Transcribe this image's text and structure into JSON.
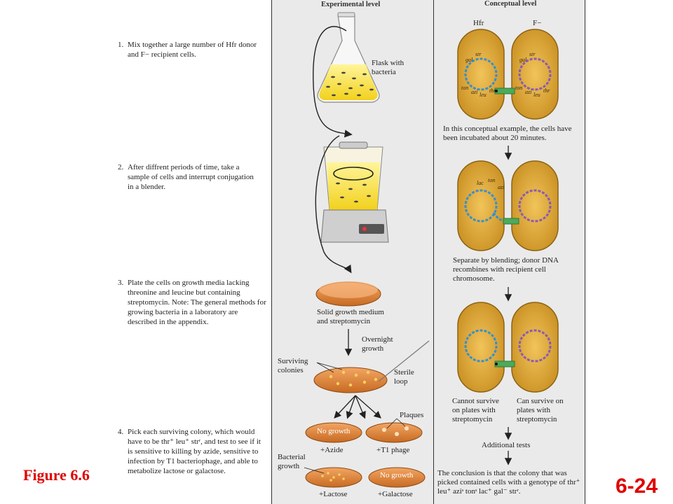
{
  "headers": {
    "experimental": "Experimental level",
    "conceptual": "Conceptual level"
  },
  "steps": [
    {
      "num": "1.",
      "text": "Mix together a large number of Hfr donor and F− recipient cells."
    },
    {
      "num": "2.",
      "text": "After diffrent periods of time, take a sample of cells and interrupt conjugation in a blender."
    },
    {
      "num": "3.",
      "text": "Plate the cells on growth media lacking threonine and leucine but containing streptomycin. Note: The general methods for growing bacteria in a laboratory are described in the appendix."
    },
    {
      "num": "4.",
      "text": "Pick each surviving colony, which would have to be thr⁺ leu⁺ strʳ, and test to see if it is sensitive to killing by azide, sensitive to infection by T1 bacteriophage, and able to metabolize lactose or galactose."
    }
  ],
  "experimental": {
    "flask_label": "Flask with bacteria",
    "medium_label": "Solid growth medium and streptomycin",
    "overnight_label": "Overnight growth",
    "surviving_label": "Surviving colonies",
    "sterile_label": "Sterile loop",
    "plaques_label": "Plaques",
    "bacterial_growth_label": "Bacterial growth",
    "plates": [
      {
        "inner": "No growth",
        "caption": "+Azide"
      },
      {
        "inner": "",
        "caption": "+T1 phage"
      },
      {
        "inner": "",
        "caption": "+Lactose"
      },
      {
        "inner": "No growth",
        "caption": "+Galactose"
      }
    ]
  },
  "conceptual": {
    "hfr_label": "Hfr",
    "f_label": "F−",
    "caption1": "In this conceptual example, the cells have been incubated about 20 minutes.",
    "caption2": "Separate by blending; donor DNA recombines with recipient cell chromosome.",
    "cannot_survive": "Cannot survive on plates with streptomycin",
    "can_survive": "Can survive on plates with streptomycin",
    "additional_tests": "Additional tests",
    "conclusion": "The conclusion is that the colony that was picked contained cells with a genotype of thr⁺ leu⁺ aziˢ tonˢ lac⁺ gal⁻ strʳ."
  },
  "gene_labels": {
    "left": [
      "str",
      "gal",
      "thr",
      "leu",
      "azi",
      "ton"
    ],
    "right": [
      "str",
      "gal",
      "thr",
      "leu",
      "azi",
      "ton"
    ],
    "transfer": [
      "lac",
      "ton",
      "azi"
    ]
  },
  "figure_label": "Figure 6.6",
  "slide_number": "6-24",
  "colors": {
    "panel": "#ebeaea",
    "cell": "#d9a534",
    "cell_edge": "#8a6414",
    "donor_dna": "#3a8fc8",
    "recipient_dna": "#8a5ab5",
    "plate": "#e08a3a",
    "label_red": "#e00000"
  }
}
